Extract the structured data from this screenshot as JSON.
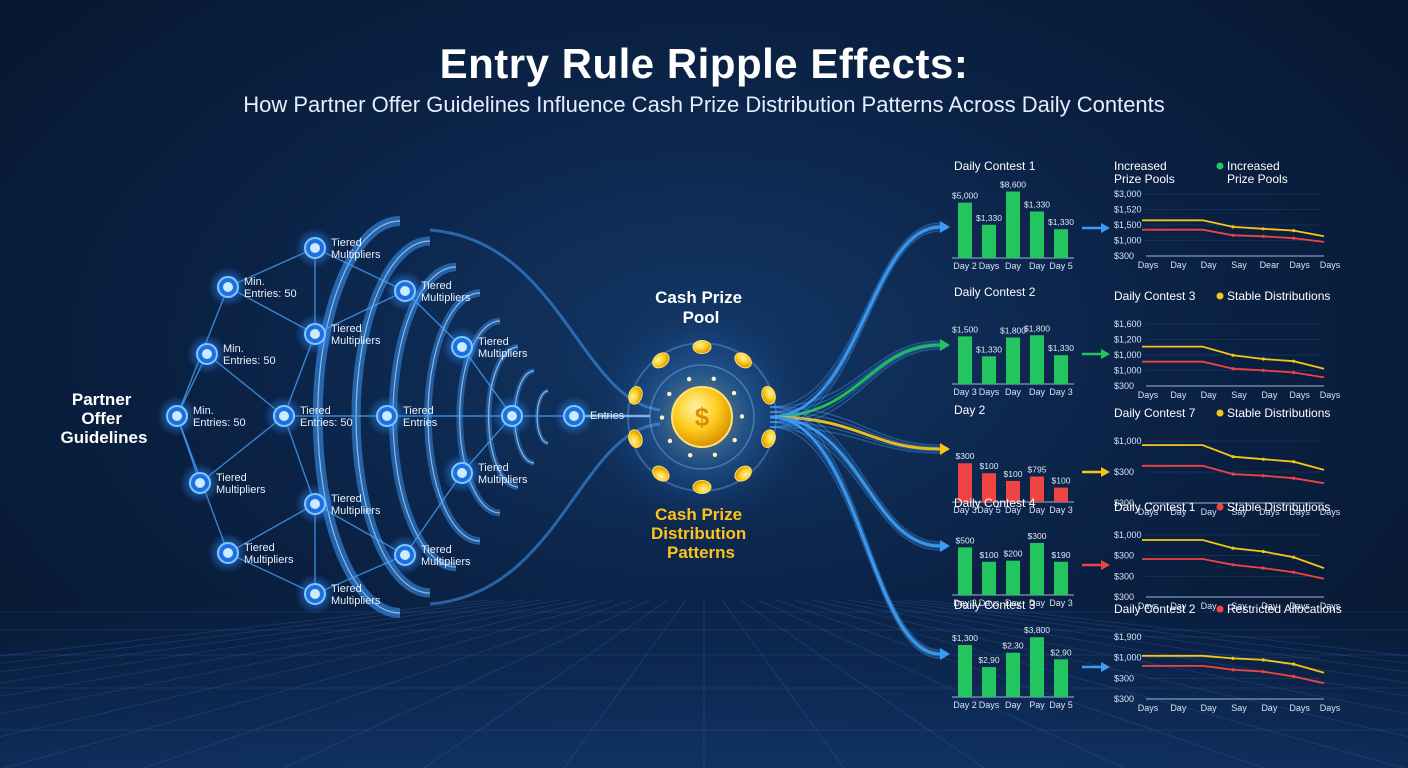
{
  "header": {
    "title": "Entry Rule Ripple Effects:",
    "subtitle": "How Partner Offer Guidelines Influence Cash Prize Distribution Patterns Across Daily Contents"
  },
  "source": {
    "label_lines": [
      "Partner",
      "Offer",
      "Guidelines"
    ]
  },
  "network": {
    "nodes": [
      {
        "lines": [
          "Tiered",
          "Multipliers"
        ]
      },
      {
        "lines": [
          "Min.",
          "Entries: 50"
        ]
      },
      {
        "lines": [
          "Tiered",
          "Multipliers"
        ]
      },
      {
        "lines": [
          "Tiered",
          "Multipliers"
        ]
      },
      {
        "lines": [
          "Min.",
          "Entries: 50"
        ]
      },
      {
        "lines": [
          "Tiered",
          "Multipliers"
        ]
      },
      {
        "lines": [
          "Min.",
          "Entries: 50"
        ]
      },
      {
        "lines": [
          "Tiered",
          "Entries: 50"
        ]
      },
      {
        "lines": [
          "Tiered",
          "Entries"
        ]
      },
      {
        "lines": [
          "Tiered",
          "Multipliers"
        ]
      },
      {
        "lines": [
          "Tiered",
          "Multipliers"
        ]
      },
      {
        "lines": [
          "Tiered",
          "Multipliers"
        ]
      },
      {
        "lines": [
          "Tiered",
          "Multipliers"
        ]
      },
      {
        "lines": [
          "Tiered",
          "Multipliers"
        ]
      },
      {
        "lines": [
          "Tiered",
          "Multipliers"
        ]
      },
      {
        "lines": []
      },
      {
        "lines": [
          "Entries"
        ]
      }
    ]
  },
  "center": {
    "pool_lines": [
      "Cash Prize",
      "Pool"
    ],
    "dist_lines": [
      "Cash Prize",
      "Distribution",
      "Patterns"
    ]
  },
  "colors": {
    "green": "#22c55e",
    "red": "#ef4444",
    "yellow": "#f5c518",
    "blue": "#3b9cf5",
    "gold": "#ffc21a"
  },
  "chart_data": [
    {
      "type": "bar",
      "title": "Daily Contest 1",
      "color": "green",
      "categories": [
        "Day 2",
        "Days",
        "Day",
        "Day",
        "Day 5"
      ],
      "labels": [
        "$5,000",
        "$1,330",
        "$8,600",
        "$1,330",
        "$1,330"
      ],
      "values": [
        5000,
        3000,
        6000,
        4200,
        2600
      ],
      "ylim": [
        0,
        6500
      ]
    },
    {
      "type": "bar",
      "title": "Daily Contest 2",
      "color": "green",
      "categories": [
        "Day 3",
        "Days",
        "Day",
        "Day",
        "Day 3"
      ],
      "labels": [
        "$1,500",
        "$1,330",
        "$1,800",
        "$1,800",
        "$1,330"
      ],
      "values": [
        4300,
        2500,
        4200,
        4400,
        2600
      ],
      "ylim": [
        0,
        6500
      ]
    },
    {
      "type": "bar",
      "title": "Day 2",
      "color": "red",
      "categories": [
        "Day 3",
        "Day 5",
        "Day",
        "Day",
        "Day 3"
      ],
      "labels": [
        "$300",
        "$100",
        "$100",
        "$795",
        "$100"
      ],
      "values": [
        3500,
        2600,
        1900,
        2300,
        1300
      ],
      "ylim": [
        0,
        6500
      ]
    },
    {
      "type": "bar",
      "title": "Daily Contest 4",
      "color": "green",
      "categories": [
        "Day 2",
        "Days",
        "Day",
        "Day",
        "Day 3"
      ],
      "labels": [
        "$500",
        "$100",
        "$200",
        "$300",
        "$190"
      ],
      "values": [
        4300,
        3000,
        3100,
        4700,
        3000
      ],
      "ylim": [
        0,
        6500
      ]
    },
    {
      "type": "bar",
      "title": "Daily Contest 3",
      "color": "green",
      "categories": [
        "Day 2",
        "Days",
        "Day",
        "Pay",
        "Day 5"
      ],
      "labels": [
        "$1,300",
        "$2,90",
        "$2,30",
        "$3,800",
        "$2,90"
      ],
      "values": [
        4700,
        2700,
        4000,
        5400,
        3400
      ],
      "ylim": [
        0,
        6500
      ]
    },
    {
      "type": "line",
      "title": "Increased Prize Pools",
      "legend": "Increased Prize Pools",
      "legend_color": "green",
      "categories": [
        "Days",
        "Day",
        "Day",
        "Say",
        "Dear",
        "Days",
        "Days"
      ],
      "yticks": [
        "$3,000",
        "$1,520",
        "$1,500",
        "$1,000",
        "$300"
      ],
      "series": [
        {
          "color": "yellow",
          "values": [
            1900,
            1900,
            1900,
            1550,
            1450,
            1350,
            1050
          ]
        },
        {
          "color": "red",
          "values": [
            1400,
            1400,
            1400,
            1100,
            1050,
            950,
            750
          ]
        }
      ],
      "ylim": [
        0,
        3300
      ]
    },
    {
      "type": "line",
      "title": "Daily Contest 3",
      "legend": "Stable Distributions",
      "legend_color": "yellow",
      "categories": [
        "Days",
        "Day",
        "Day",
        "Say",
        "Day",
        "Days",
        "Days"
      ],
      "yticks": [
        "$1,600",
        "$1,200",
        "$1,000",
        "$1,000",
        "$300"
      ],
      "series": [
        {
          "color": "yellow",
          "values": [
            1230,
            1230,
            1230,
            1070,
            1000,
            960,
            820
          ]
        },
        {
          "color": "red",
          "values": [
            950,
            950,
            950,
            820,
            790,
            750,
            660
          ]
        }
      ],
      "ylim": [
        500,
        1650
      ]
    },
    {
      "type": "line",
      "title": "Daily Contest 7",
      "legend": "Stable Distributions",
      "legend_color": "yellow",
      "categories": [
        "Days",
        "Day",
        "Day",
        "Say",
        "Days",
        "Days",
        "Days"
      ],
      "yticks": [
        "$1,000",
        "$300",
        "$300"
      ],
      "series": [
        {
          "color": "yellow",
          "values": [
            1000,
            1000,
            1000,
            860,
            830,
            800,
            700
          ]
        },
        {
          "color": "red",
          "values": [
            750,
            750,
            750,
            650,
            630,
            600,
            540
          ]
        }
      ],
      "ylim": [
        300,
        1050
      ]
    },
    {
      "type": "line",
      "title": "Daily Contest 1",
      "legend": "Stable Distributions",
      "legend_color": "red",
      "categories": [
        "Days",
        "Day",
        "Day",
        "Say",
        "Day",
        "Days",
        "Days"
      ],
      "yticks": [
        "$1,000",
        "$300",
        "$300",
        "$300"
      ],
      "series": [
        {
          "color": "yellow",
          "values": [
            990,
            990,
            990,
            890,
            850,
            780,
            650
          ]
        },
        {
          "color": "red",
          "values": [
            760,
            760,
            760,
            690,
            650,
            600,
            520
          ]
        }
      ],
      "ylim": [
        300,
        1050
      ]
    },
    {
      "type": "line",
      "title": "Daily Contest 2",
      "legend": "Restricted Allocations",
      "legend_color": "red",
      "categories": [
        "Days",
        "Day",
        "Day",
        "Say",
        "Day",
        "Days",
        "Days"
      ],
      "yticks": [
        "$1,900",
        "$1,000",
        "$300",
        "$300"
      ],
      "series": [
        {
          "color": "yellow",
          "values": [
            1450,
            1450,
            1450,
            1380,
            1340,
            1230,
            1000
          ]
        },
        {
          "color": "red",
          "values": [
            1180,
            1180,
            1180,
            1080,
            1030,
            900,
            720
          ]
        }
      ],
      "ylim": [
        300,
        1950
      ]
    }
  ]
}
